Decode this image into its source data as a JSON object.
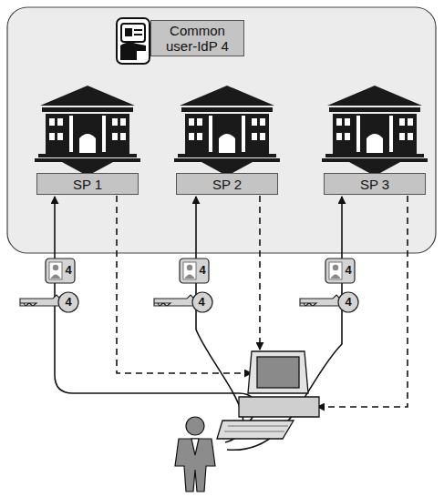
{
  "diagram": {
    "nodes": [
      {
        "text": [
          "Common user-IdP 4"
        ]
      },
      {
        "text": [
          "SP 1"
        ]
      },
      {
        "text": [
          "SP 2"
        ]
      },
      {
        "text": [
          "SP 3"
        ]
      }
    ],
    "labels": [
      "4",
      "4",
      "4",
      "4",
      "4",
      "4"
    ]
  }
}
